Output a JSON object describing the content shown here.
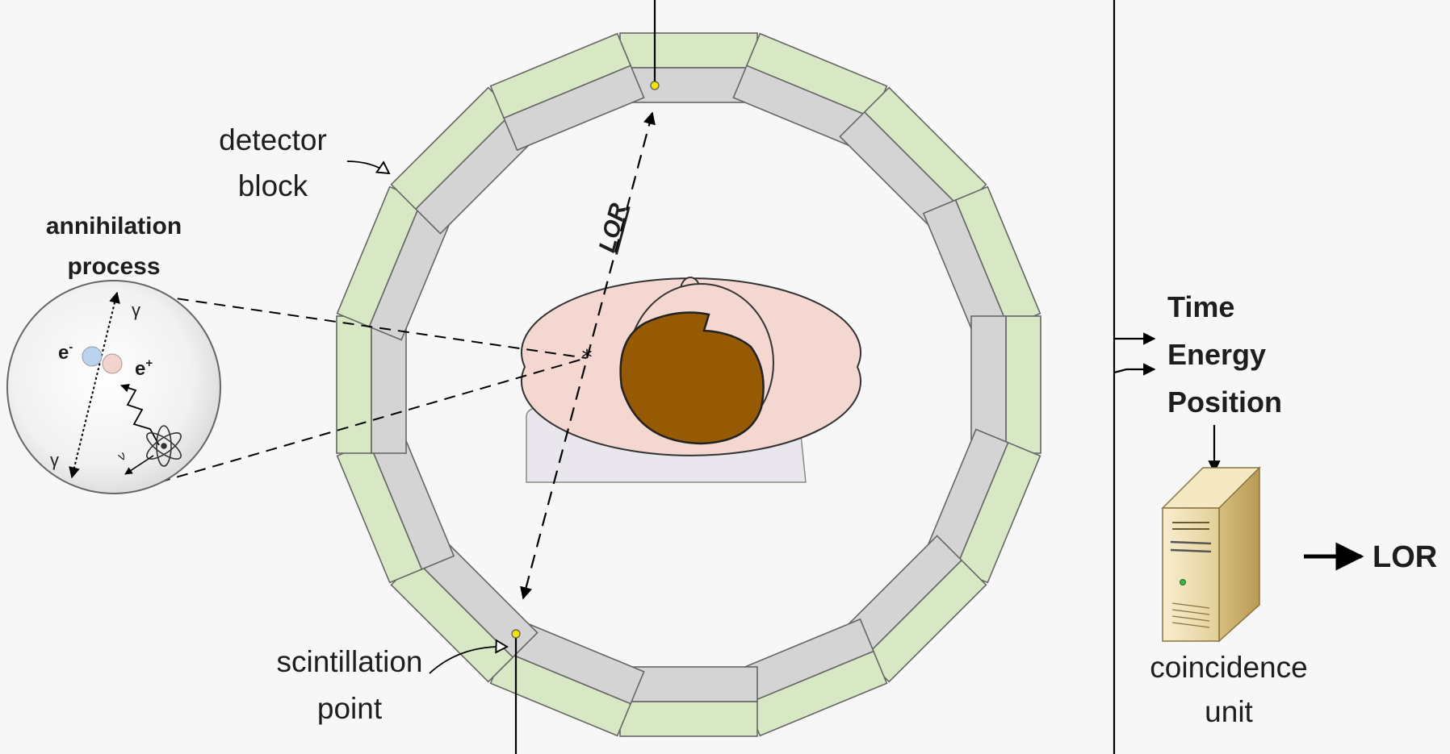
{
  "labels": {
    "detector_block_line1": "detector",
    "detector_block_line2": "block",
    "annihilation_line1": "annihilation",
    "annihilation_line2": "process",
    "lor_line": "LOR",
    "scintillation_line1": "scintillation",
    "scintillation_line2": "point",
    "time": "Time",
    "energy": "Energy",
    "position": "Position",
    "coincidence_line1": "coincidence",
    "coincidence_line2": "unit",
    "lor_output": "LOR",
    "electron": "e",
    "electron_sup": "-",
    "positron": "e",
    "positron_sup": "+",
    "gamma_top": "γ",
    "gamma_bottom": "γ",
    "neutrino": "ν"
  },
  "colors": {
    "background": "#f7f7f7",
    "scintillator_green": "#d8e8c4",
    "block_gray": "#d4d4d4",
    "skin": "#f3d7d0",
    "hair": "#965a05",
    "pillow": "#e9e6ee",
    "scintillation_dot": "#f2e500"
  },
  "ring": {
    "block_count": 16
  }
}
